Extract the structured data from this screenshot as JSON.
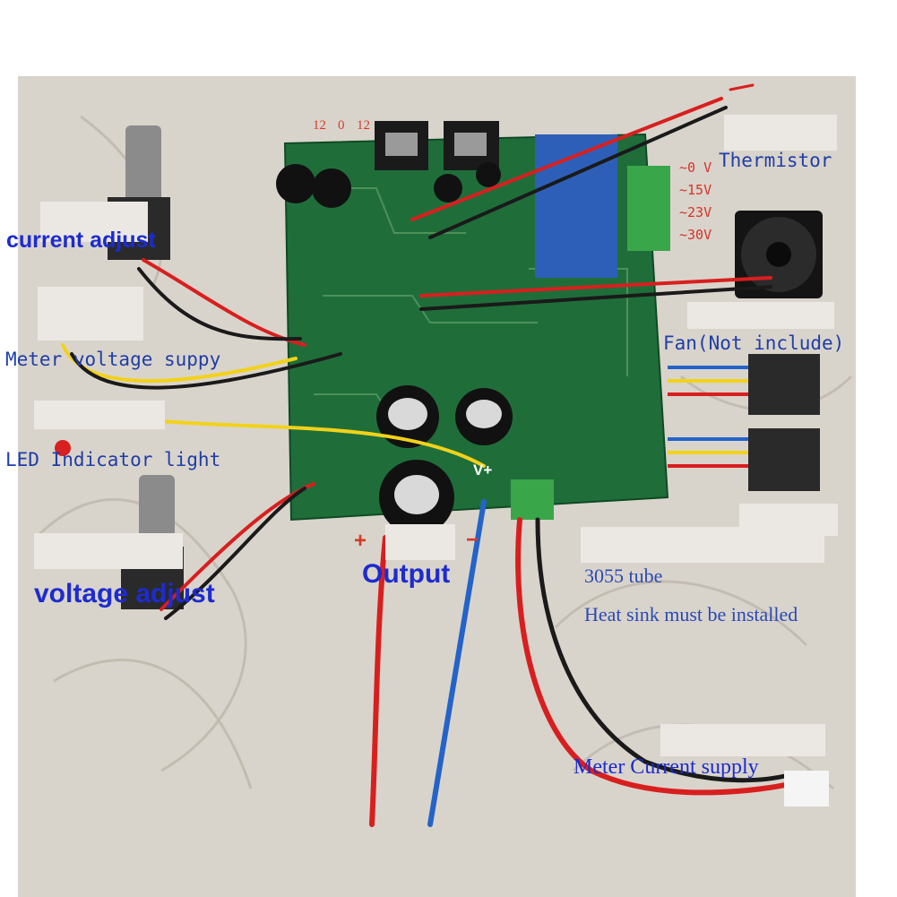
{
  "colors": {
    "background_wall": "#d9d4cb",
    "pcb_green": "#1f6e3a",
    "wire_red": "#d81f1f",
    "wire_black": "#1a1a1a",
    "wire_yellow": "#f2d21a",
    "wire_blue": "#2463c9",
    "label_blue": "#1d2bd0",
    "label_red": "#d23a2a"
  },
  "labels": {
    "current_adjust": "current adjust",
    "meter_voltage": "Meter voltage suppy",
    "led_indicator": "LED Indicator light",
    "voltage_adjust": "voltage adjust",
    "output": "Output",
    "thermistor": "Thermistor",
    "fan": "Fan(Not include)",
    "tube": "3055 tube",
    "heat_sink": "Heat sink must be installed",
    "meter_current": "Meter Current supply"
  },
  "transformer_pins": {
    "left": "12",
    "mid": "0",
    "right": "12"
  },
  "input_voltages": [
    "~0 V",
    "~15V",
    "~23V",
    "~30V"
  ],
  "output_polarity": {
    "plus": "+",
    "minus": "−",
    "v_plus": "V+"
  }
}
